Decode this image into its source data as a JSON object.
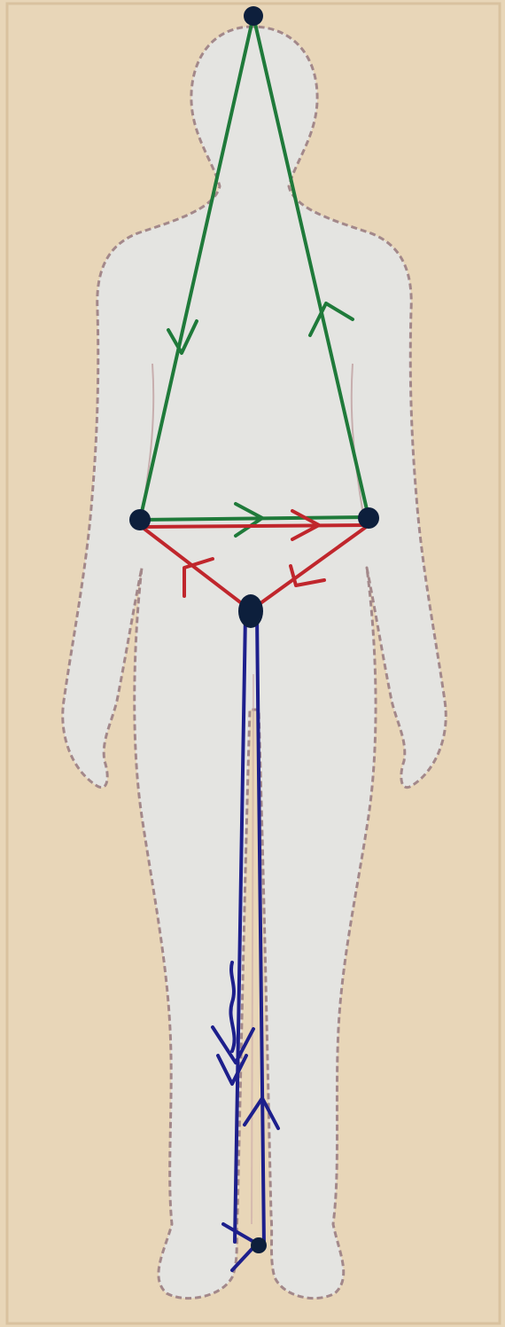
{
  "diagram": {
    "subject": "human-body-outline",
    "colors": {
      "background": "#e8d6b8",
      "silhouette_fill": "#e4e4e1",
      "silhouette_outline": "#a3888a",
      "green_path": "#1f7a3a",
      "red_path": "#c0262c",
      "blue_path": "#1d1f8c",
      "node": "#0d1f3c"
    },
    "nodes": [
      "crown-of-head",
      "left-hip",
      "right-hip",
      "pelvis-center",
      "feet"
    ],
    "loops": [
      {
        "name": "green",
        "color": "#1f7a3a",
        "path": [
          "crown-of-head",
          "left-hip",
          "right-hip",
          "crown-of-head"
        ]
      },
      {
        "name": "red",
        "color": "#c0262c",
        "path": [
          "left-hip",
          "right-hip",
          "pelvis-center",
          "left-hip"
        ]
      },
      {
        "name": "blue",
        "color": "#1d1f8c",
        "path": [
          "pelvis-center",
          "feet",
          "pelvis-center"
        ]
      }
    ]
  }
}
